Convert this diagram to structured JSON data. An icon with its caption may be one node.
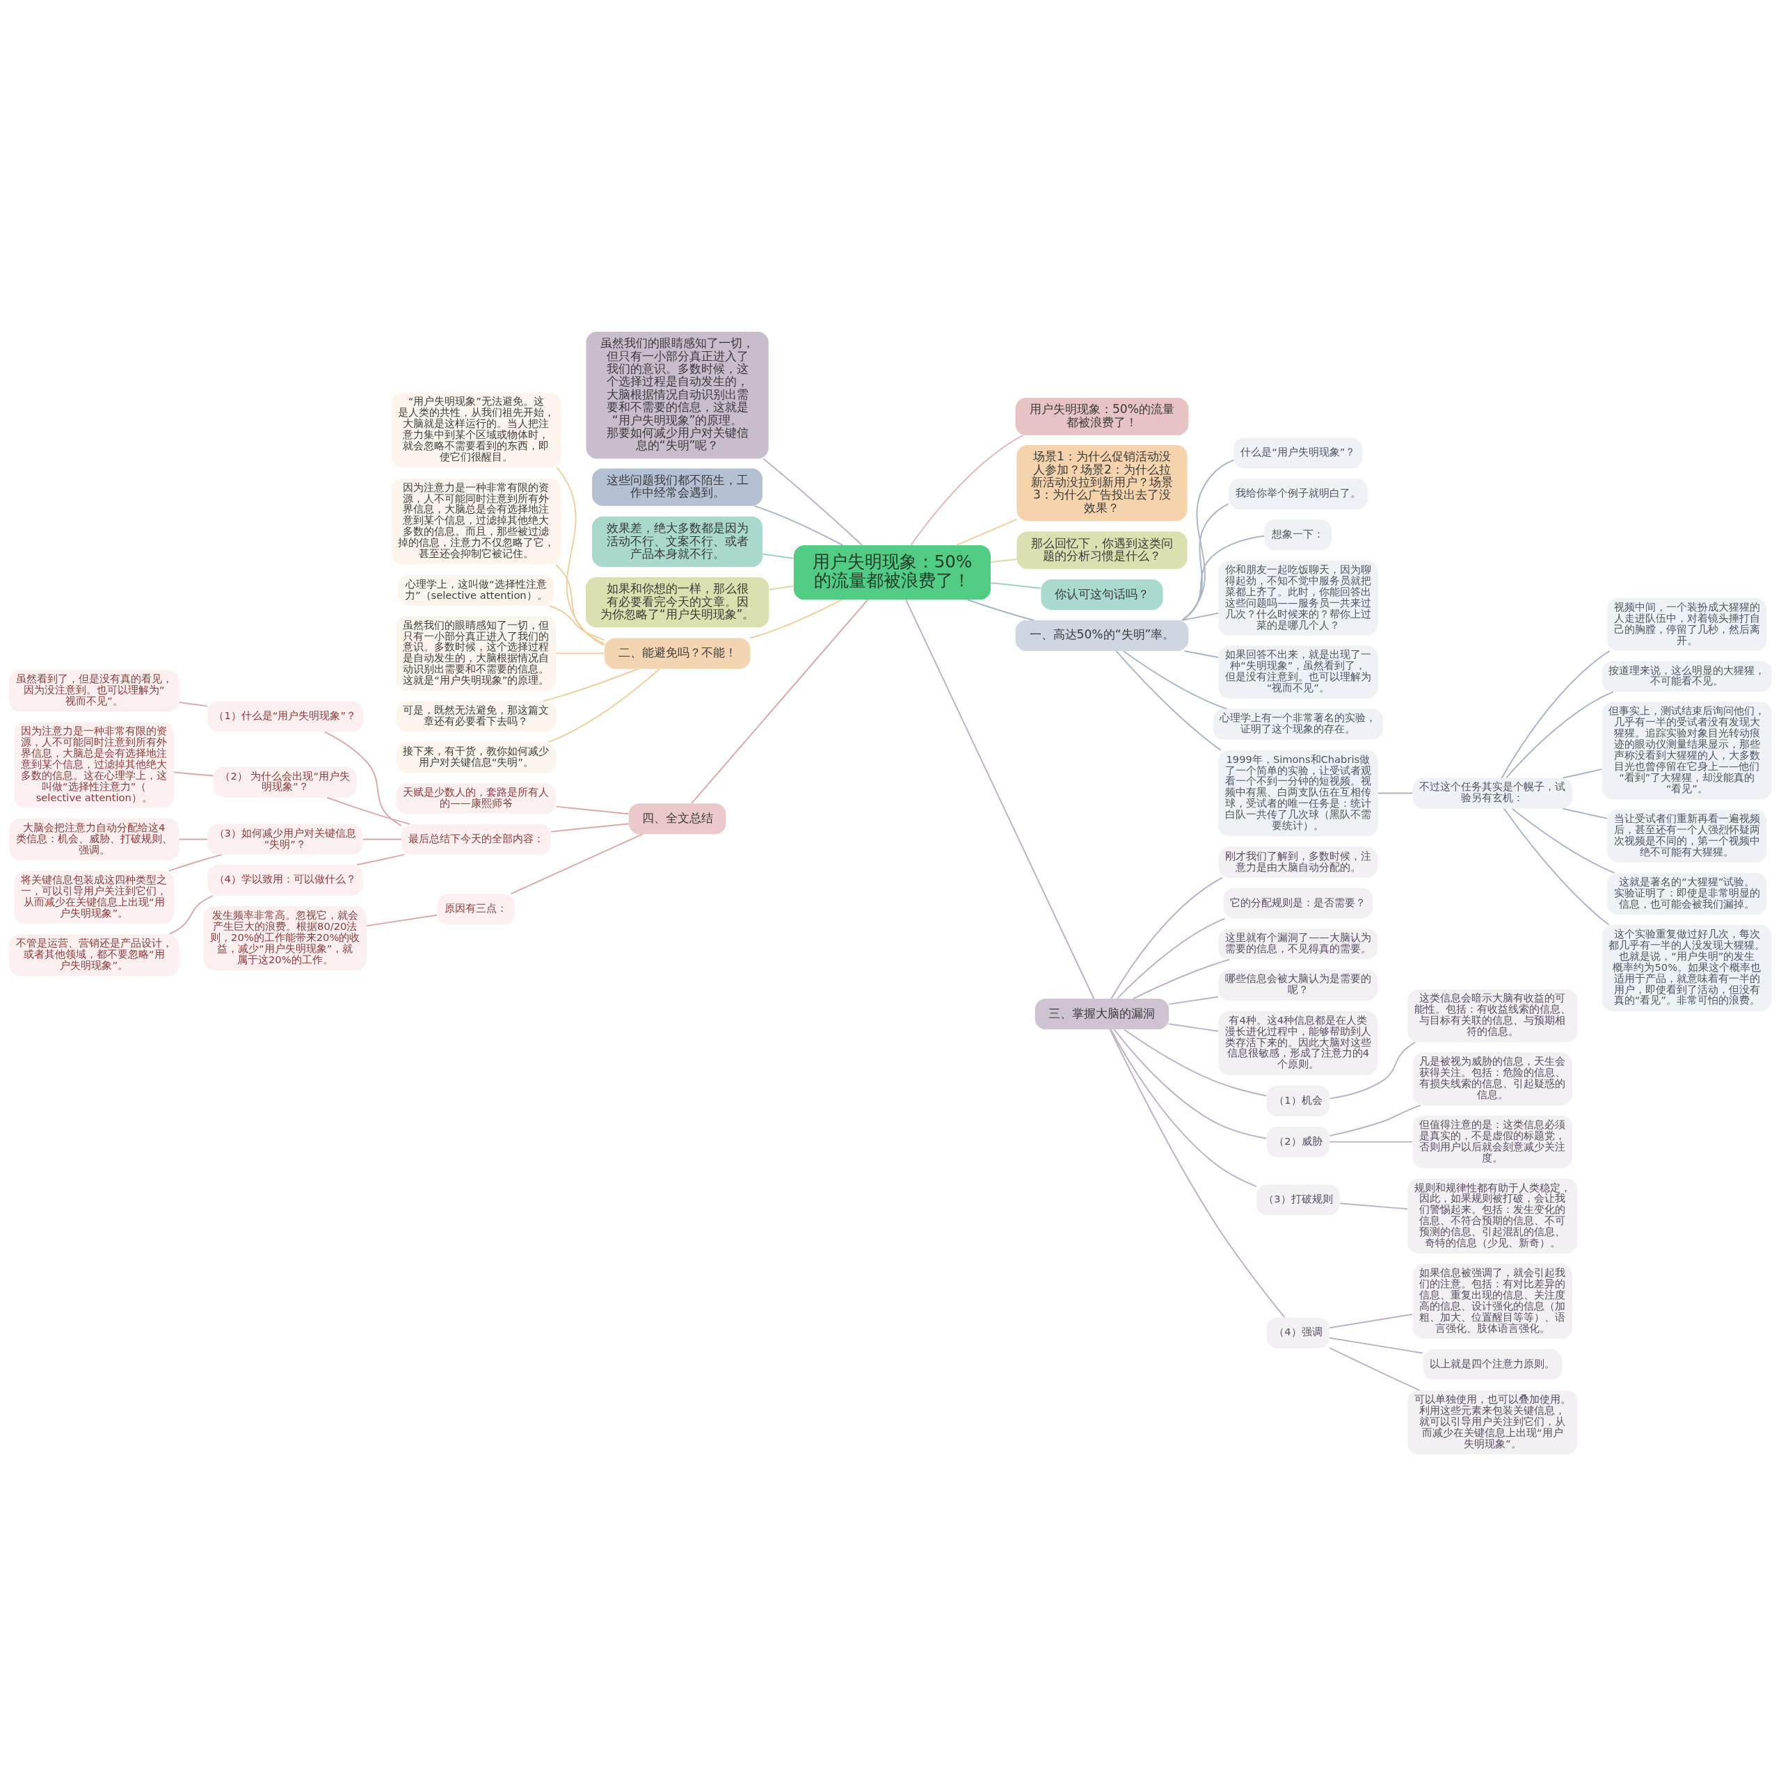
{
  "diagram": {
    "nodes": [
      {
        "text": [
          "用户失明现象：50%的流量都被浪费了！"
        ]
      },
      {
        "text": [
          "用户失明现象：50%的流量都被浪费了！"
        ]
      },
      {
        "text": [
          "场景1：为什么促销活动没人参加？场景2：为什么拉新活动没拉到新用户？场景3：为什么广告投出去了没效果？"
        ]
      },
      {
        "text": [
          "那么回忆下，你遇到这类问题的分析习惯是什么？"
        ]
      },
      {
        "text": [
          "你认可这句话吗？"
        ]
      },
      {
        "text": [
          "一、高达50%的“失明”率。"
        ]
      },
      {
        "text": [
          "什么是“用户失明现象”？"
        ]
      },
      {
        "text": [
          "我给你举个例子就明白了。"
        ]
      },
      {
        "text": [
          "想象一下："
        ]
      },
      {
        "text": [
          "你和朋友一起吃饭聊天，因为聊得起劲，不知不觉中服务员就把菜都上齐了。此时，你能回答出这些问题吗——服务员一共来过几次？什么时候来的？帮你上过菜的是哪几个人？"
        ]
      },
      {
        "text": [
          "如果回答不出来，就是出现了一种“失明现象”，虽然看到了，但是没有注意到。也可以理解为“视而不见”。"
        ]
      },
      {
        "text": [
          "心理学上有一个非常著名的实验，证明了这个现象的存在。"
        ]
      },
      {
        "text": [
          "1999年，Simons和Chabris做了一个简单的实验，让受试者观看一个不到一分钟的短视频。视频中有黑、白两支队伍在互相传球，受试者的唯一任务是：统计白队一共传了几次球（黑队不需要统计）。"
        ]
      },
      {
        "text": [
          "不过这个任务其实是个幌子，试验另有玄机："
        ]
      },
      {
        "text": [
          "视频中间，一个装扮成大猩猩的人走进队伍中，对着镜头捶打自己的胸膛，停留了几秒，然后离开。"
        ]
      },
      {
        "text": [
          "按道理来说，这么明显的大猩猩，不可能看不见。"
        ]
      },
      {
        "text": [
          "但事实上，测试结束后询问他们，几乎有一半的受试者没有发现大猩猩。追踪实验对象目光转动痕迹的眼动仪测量结果显示，那些声称没看到大猩猩的人，大多数目光也曾停留在它身上——他们“看到”了大猩猩，却没能真的“看见”。"
        ]
      },
      {
        "text": [
          "当让受试者们重新再看一遍视频后，甚至还有一个人强烈怀疑两次视频是不同的，第一个视频中绝不可能有大猩猩。"
        ]
      },
      {
        "text": [
          "这就是著名的“大猩猩”试验。实验证明了：即使是非常明显的信息，也可能会被我们漏掉。"
        ]
      },
      {
        "text": [
          "这个实验重复做过好几次，每次都几乎有一半的人没发现大猩猩。也就是说，“用户失明”的发生概率约为50%。如果这个概率也适用于产品，就意味着有一半的用户，即使看到了活动，但没有真的“看见”。非常可怕的浪费。"
        ]
      },
      {
        "text": [
          "三、掌握大脑的漏洞"
        ]
      },
      {
        "text": [
          "刚才我们了解到，多数时候，注意力是由大脑自动分配的。"
        ]
      },
      {
        "text": [
          "它的分配规则是：是否需要？"
        ]
      },
      {
        "text": [
          "这里就有个漏洞了——大脑认为需要的信息，不见得真的需要。"
        ]
      },
      {
        "text": [
          "哪些信息会被大脑认为是需要的呢？"
        ]
      },
      {
        "text": [
          "有4种。这4种信息都是在人类漫长进化过程中，能够帮助到人类存活下来的。因此大脑对这些信息很敏感，形成了注意力的4个原则。"
        ]
      },
      {
        "text": [
          "（1）机会"
        ]
      },
      {
        "text": [
          "这类信息会暗示大脑有收益的可能性。包括：有收益线索的信息、与目标有关联的信息、与预期相符的信息。"
        ]
      },
      {
        "text": [
          "（2）威胁"
        ]
      },
      {
        "text": [
          "凡是被视为威胁的信息，天生会获得关注。包括：危险的信息、有损失线索的信息、引起疑惑的信息。"
        ]
      },
      {
        "text": [
          "但值得注意的是：这类信息必须是真实的，不是虚假的标题党，否则用户以后就会刻意减少关注度。"
        ]
      },
      {
        "text": [
          "（3）打破规则"
        ]
      },
      {
        "text": [
          "规则和规律性都有助于人类稳定，因此，如果规则被打破，会让我们警惕起来。包括：发生变化的信息、不符合预期的信息、不可预测的信息、引起混乱的信息、奇特的信息（少见、新奇）。"
        ]
      },
      {
        "text": [
          "（4）强调"
        ]
      },
      {
        "text": [
          "如果信息被强调了，就会引起我们的注意。包括：有对比差异的信息、重复出现的信息、关注度高的信息、设计强化的信息（加粗、加大、位置醒目等等）、语言强化、肢体语言强化。"
        ]
      },
      {
        "text": [
          "以上就是四个注意力原则。"
        ]
      },
      {
        "text": [
          "可以单独使用，也可以叠加使用。利用这些元素来包装关键信息，就可以引导用户关注到它们，从而减少在关键信息上出现“用户失明现象”。"
        ]
      },
      {
        "text": [
          "虽然我们的眼睛感知了一切，但只有一小部分真正进入了我们的意识。多数时候，这个选择过程是自动发生的，大脑根据情况自动识别出需要和不需要的信息，这就是“用户失明现象”的原理。那要如何减少用户对关键信息的“失明”呢？"
        ]
      },
      {
        "text": [
          "这些问题我们都不陌生，工作中经常会遇到。"
        ]
      },
      {
        "text": [
          "效果差，绝大多数都是因为活动不行、文案不行、或者产品本身就不行。"
        ]
      },
      {
        "text": [
          "如果和你想的一样，那么很有必要看完今天的文章。因为你忽略了“用户失明现象”。"
        ]
      },
      {
        "text": [
          "二、能避免吗？不能！"
        ]
      },
      {
        "text": [
          "“用户失明现象”无法避免。这是人类的共性，从我们祖先开始，大脑就是这样运行的。当人把注意力集中到某个区域或物体时，就会忽略不需要看到的东西，即使它们很醒目。"
        ]
      },
      {
        "text": [
          "因为注意力是一种非常有限的资源，人不可能同时注意到所有外界信息，大脑总是会有选择地注意到某个信息，过滤掉其他绝大多数的信息。而且，那些被过滤掉的信息，注意力不仅忽略了它，甚至还会抑制它被记住。"
        ]
      },
      {
        "text": [
          "心理学上，这叫做“选择性注意力”（selective attention）。"
        ]
      },
      {
        "text": [
          "虽然我们的眼睛感知了一切，但只有一小部分真正进入了我们的意识。多数时候，这个选择过程是自动发生的，大脑根据情况自动识别出需要和不需要的信息。这就是“用户失明现象”的原理。"
        ]
      },
      {
        "text": [
          "可是，既然无法避免，那这篇文章还有必要看下去吗？"
        ]
      },
      {
        "text": [
          "接下来，有干货，教你如何减少用户对关键信息“失明”。"
        ]
      },
      {
        "text": [
          "四、全文总结"
        ]
      },
      {
        "text": [
          "天赋是少数人的，套路是所有人的——康熙师爷"
        ]
      },
      {
        "text": [
          "最后总结下今天的全部内容："
        ]
      },
      {
        "text": [
          "（1）什么是“用户失明现象”？"
        ]
      },
      {
        "text": [
          "虽然看到了，但是没有真的看见，因为没注意到。也可以理解为“视而不见”。"
        ]
      },
      {
        "text": [
          "（2） 为什么会出现“用户失明现象”？"
        ]
      },
      {
        "text": [
          "因为注意力是一种非常有限的资源，人不可能同时注意到所有外界信息，大脑总是会有选择地注意到某个信息，过滤掉其他绝大多数的信息。这在心理学上，这叫做“选择性注意力”（selective attention）。"
        ]
      },
      {
        "text": [
          "（3）如何减少用户对关键信息“失明”？"
        ]
      },
      {
        "text": [
          "大脑会把注意力自动分配给这4类信息：机会、威胁、打破规则、强调。"
        ]
      },
      {
        "text": [
          "将关键信息包装成这四种类型之一，可以引导用户关注到它们，从而减少在关键信息上出现“用户失明现象”。"
        ]
      },
      {
        "text": [
          "（4）学以致用：可以做什么？"
        ]
      },
      {
        "text": [
          "不管是运营、营销还是产品设计，或者其他领域，都不要忽略“用户失明现象”。"
        ]
      },
      {
        "text": [
          "原因有三点："
        ]
      },
      {
        "text": [
          "发生频率非常高。忽视它，就会产生巨大的浪费。根据80/20法则，20%的工作能带来20%的收益，减少“用户失明现象”，就属于这20%的工作。"
        ]
      }
    ],
    "edges": [
      {
        "from": 0,
        "to": 1,
        "arrow": "none",
        "color": "#e3b9b9"
      },
      {
        "from": 0,
        "to": 2,
        "arrow": "none",
        "color": "#f0cf9e"
      },
      {
        "from": 0,
        "to": 3,
        "arrow": "none",
        "color": "#d7dba3"
      },
      {
        "from": 0,
        "to": 4,
        "arrow": "none",
        "color": "#9fd0c6"
      },
      {
        "from": 0,
        "to": 5,
        "arrow": "none",
        "color": "#a9b5c8"
      },
      {
        "from": 5,
        "to": 6,
        "arrow": "none",
        "color": "#a9b5c8"
      },
      {
        "from": 5,
        "to": 7,
        "arrow": "none",
        "color": "#a9b5c8"
      },
      {
        "from": 5,
        "to": 8,
        "arrow": "none",
        "color": "#a9b5c8"
      },
      {
        "from": 5,
        "to": 9,
        "arrow": "none",
        "color": "#a9b5c8"
      },
      {
        "from": 5,
        "to": 10,
        "arrow": "none",
        "color": "#a9b5c8"
      },
      {
        "from": 5,
        "to": 11,
        "arrow": "none",
        "color": "#a9b5c8"
      },
      {
        "from": 5,
        "to": 12,
        "arrow": "none",
        "color": "#a9b5c8"
      },
      {
        "from": 12,
        "to": 13,
        "arrow": "none",
        "color": "#a9b5c8"
      },
      {
        "from": 13,
        "to": 14,
        "arrow": "none",
        "color": "#a9b5c8"
      },
      {
        "from": 13,
        "to": 15,
        "arrow": "none",
        "color": "#a9b5c8"
      },
      {
        "from": 13,
        "to": 16,
        "arrow": "none",
        "color": "#a9b5c8"
      },
      {
        "from": 13,
        "to": 17,
        "arrow": "none",
        "color": "#a9b5c8"
      },
      {
        "from": 13,
        "to": 18,
        "arrow": "none",
        "color": "#a9b5c8"
      },
      {
        "from": 13,
        "to": 19,
        "arrow": "none",
        "color": "#a9b5c8"
      },
      {
        "from": 0,
        "to": 20,
        "arrow": "none",
        "color": "#bfb0c6"
      },
      {
        "from": 20,
        "to": 21,
        "arrow": "none",
        "color": "#bfb0c6"
      },
      {
        "from": 20,
        "to": 22,
        "arrow": "none",
        "color": "#bfb0c6"
      },
      {
        "from": 20,
        "to": 23,
        "arrow": "none",
        "color": "#bfb0c6"
      },
      {
        "from": 20,
        "to": 24,
        "arrow": "none",
        "color": "#bfb0c6"
      },
      {
        "from": 20,
        "to": 25,
        "arrow": "none",
        "color": "#bfb0c6"
      },
      {
        "from": 20,
        "to": 26,
        "arrow": "none",
        "color": "#bfb0c6"
      },
      {
        "from": 26,
        "to": 27,
        "arrow": "none",
        "color": "#bfb0c6"
      },
      {
        "from": 20,
        "to": 28,
        "arrow": "none",
        "color": "#bfb0c6"
      },
      {
        "from": 28,
        "to": 29,
        "arrow": "none",
        "color": "#bfb0c6"
      },
      {
        "from": 28,
        "to": 30,
        "arrow": "none",
        "color": "#bfb0c6"
      },
      {
        "from": 20,
        "to": 31,
        "arrow": "none",
        "color": "#bfb0c6"
      },
      {
        "from": 31,
        "to": 32,
        "arrow": "none",
        "color": "#bfb0c6"
      },
      {
        "from": 20,
        "to": 33,
        "arrow": "none",
        "color": "#bfb0c6"
      },
      {
        "from": 33,
        "to": 34,
        "arrow": "none",
        "color": "#bfb0c6"
      },
      {
        "from": 33,
        "to": 35,
        "arrow": "none",
        "color": "#bfb0c6"
      },
      {
        "from": 33,
        "to": 36,
        "arrow": "none",
        "color": "#bfb0c6"
      },
      {
        "from": 37,
        "to": 0,
        "arrow": "none",
        "color": "#bfb0c6"
      },
      {
        "from": 38,
        "to": 0,
        "arrow": "none",
        "color": "#a9b5c8"
      },
      {
        "from": 39,
        "to": 0,
        "arrow": "none",
        "color": "#9fd0c6"
      },
      {
        "from": 40,
        "to": 0,
        "arrow": "none",
        "color": "#d7dba3"
      },
      {
        "from": 41,
        "to": 0,
        "arrow": "none",
        "color": "#f0cf9e"
      },
      {
        "from": 42,
        "to": 41,
        "arrow": "none",
        "color": "#f0cf9e"
      },
      {
        "from": 43,
        "to": 41,
        "arrow": "none",
        "color": "#f0cf9e"
      },
      {
        "from": 44,
        "to": 41,
        "arrow": "none",
        "color": "#f0cf9e"
      },
      {
        "from": 45,
        "to": 41,
        "arrow": "none",
        "color": "#f0cf9e"
      },
      {
        "from": 46,
        "to": 41,
        "arrow": "none",
        "color": "#f0cf9e"
      },
      {
        "from": 47,
        "to": 41,
        "arrow": "none",
        "color": "#f0cf9e"
      },
      {
        "from": 48,
        "to": 0,
        "arrow": "none",
        "color": "#dca9a9"
      },
      {
        "from": 49,
        "to": 48,
        "arrow": "none",
        "color": "#dca9a9"
      },
      {
        "from": 50,
        "to": 48,
        "arrow": "none",
        "color": "#dca9a9"
      },
      {
        "from": 51,
        "to": 50,
        "arrow": "none",
        "color": "#dca9a9"
      },
      {
        "from": 52,
        "to": 51,
        "arrow": "none",
        "color": "#dca9a9"
      },
      {
        "from": 53,
        "to": 50,
        "arrow": "none",
        "color": "#dca9a9"
      },
      {
        "from": 54,
        "to": 53,
        "arrow": "none",
        "color": "#dca9a9"
      },
      {
        "from": 55,
        "to": 50,
        "arrow": "none",
        "color": "#dca9a9"
      },
      {
        "from": 56,
        "to": 55,
        "arrow": "none",
        "color": "#dca9a9"
      },
      {
        "from": 57,
        "to": 55,
        "arrow": "none",
        "color": "#dca9a9"
      },
      {
        "from": 58,
        "to": 50,
        "arrow": "none",
        "color": "#dca9a9"
      },
      {
        "from": 59,
        "to": 58,
        "arrow": "none",
        "color": "#dca9a9"
      },
      {
        "from": 60,
        "to": 48,
        "arrow": "none",
        "color": "#dca9a9"
      },
      {
        "from": 61,
        "to": 60,
        "arrow": "none",
        "color": "#dca9a9"
      }
    ]
  }
}
